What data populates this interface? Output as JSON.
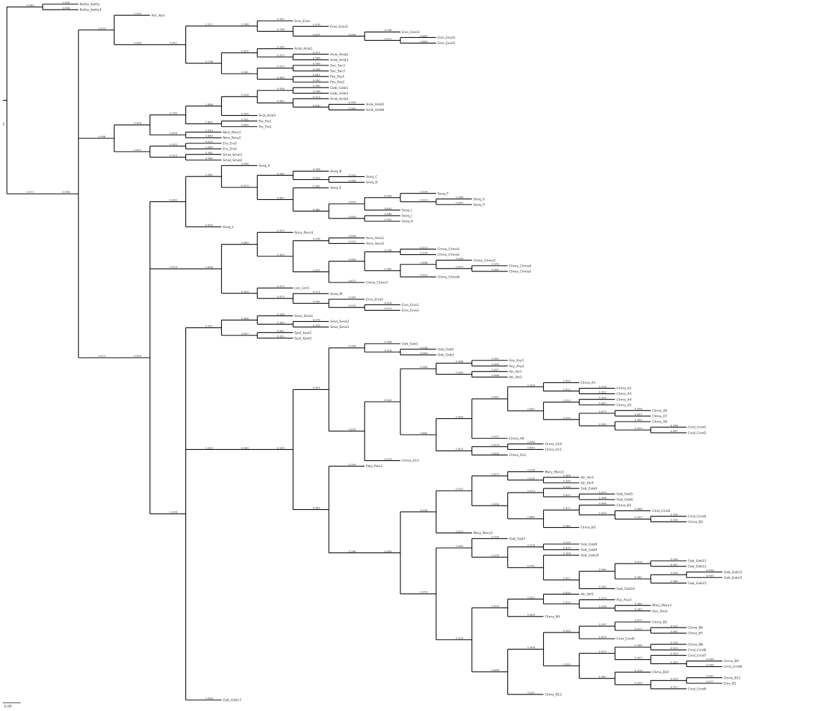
{
  "tree": {
    "root_label": "1",
    "scale_label": "0.05",
    "newick": "((Bathy_bathy|1.000,Bathy_bathy2|0.998)0.983,(((Atri_Atrx|0.444,((((Eros_Esos|0.951,(Eros_Esos2|0.976,((Eros_Esos3|0.958,(Eros_Esos4|0.862,Eros_Esos5|0.883)0.917)0.940)0.874)0.938)0.998)0.911,((Amb_Amb1|0.999,(Amb_Amb2|0.977,Amb_Amb3|0.989)0.877)0.835,((Sac_Sac1|0.999,Sac_Sac2|0.998)0.975,(Pos_Pos1|0.861,Pos_Pos2|0.990)0.896)0.981)0.748)0.951)0.996)0.935,((((((Gobi_Gobi1|0.999,Gobi_Gobi2|0.998)0.928,(Amb_Amb4|0.913,(Amb_Amb5|0.999,Amb_Amb6|0.982)0.890)0.864)0.936,Snal_Snal1|0.999)0.868,(Tro_Tro1|0.901,Tro_Tro2|0.894)0.802)0.785,(Nino_Nino1|0.993,Nino_Nino2|0.863)0.858)0.946,((Era_Era1|0.970,Era_Era2|0.985)0.932,(Smal_Smal1|0.982,Smal_Smal2|0.980)0.910)0.951)0.988,((((Sesq_A|0.996,((Sesq_B|0.998,(Sesq_C|0.992,Sesq_D|0.983)0.903)0.995,(Sesq_E|0.985,(((Sesq_F|0.939,(Sesq_G|0.966,Sesq_H|0.961)0.924)0.939,Sesq_I|0.891)0.802,(Sesq_J|0.980,Sesq_K|0.991)0.864)0.882)0.897)0.973)0.982,Sesq_L|0.900)0.963,(((Roco_Roco1|0.923,((Aero_Aero1|0.898,Aero_Aero2|0.931)0.936,(((Chma_Chma1|0.973,Chma_Chma2|0.949)0.948,((Chma_Chma3|0.939,(Chma_Chma4|0.949,Chma_Chma5|0.987)0.970)0.868,Chma_Chma6|0.922)0.981)0.864,Chma_Chma7|0.877)0.834)0.924)0.869,(Lon_Lon1|0.975,(Sesq_M|0.971,(Ersa_Ersa1|0.987,(Eros_Eros1|0.916,Eros_Eros2|0.911)0.935)0.961)0.875)0.943)0.908)0.970,(((Sesa_Sesa1|0.958,(Sesa_Sesa2|0.979,Sesa_Sesa3|0.935)0.963)0.866,(Epal_Epal1|0.891,Epal_Epal2|0.892)0.837)0.951,(((((Gob_Gob1|0.906,(Gob_Gob2|0.928,Gob_Gob3|0.984)0.916)0.996,((((Asy_Asy1|0.961,Asy_Asy2|0.980)0.968,(Atr_Atr1|0.957,Atr_Atr2|0.966)0.982)0.984,((((Chma_A1|0.924,(Chma_A2|0.918,Chma_A3|0.952)0.911)0.838,((Chma_A4|0.930,Chma_A5|0.885)0.953,((Chma_A6|0.939,Chma_A7|0.897)0.874,(Chma_A8|0.984,(Cmd_Cmd1|0.998,Cmd_Cmd2|0.897)0.955)0.994)0.934)0.987)0.867,Chma_A9|0.937)0.964,((Chma_A10|0.996,Chma_A11|0.844)0.870,Chma_A12|0.859)0.820)0.882)0.942,Chma_A13|0.914)0.839)0.854,(Palu_Palu1|0.904,(((((Mary_Mary1|0.978,(Atr_Atr3|0.986,Atr_Atr4|0.940)0.925)0.872,((Gob_Gob4|0.915,(Gob_Gob5|0.872,Gob_Gob6|0.998)0.947)0.913,((Chma_B1|0.896,(Cmd_Cmd3|0.868,(Cmd_Cmd4|0.939,Chma_B2|0.945)0.903)0.932)0.917,Chma_B3|0.962)0.885)0.994)0.942,Mary_Mary2|0.912)0.906,((Gob_Gob7|0.916,((Gob_Gob8|0.949,Gob_Gob9|0.934)0.916,(Gob_Gob10|0.958,(((Gob_Gob11|0.944,Gob_Gob12|0.957)0.979,((Gob_Gob13|0.936,Gob_Gob14|0.955)0.876,Gob_Gob15|0.989)0.962)0.960,Gob_Gob16|0.984)0.927)0.942)0.930)0.963,(((Atr_Atr5|0.913,(Asy_Asy3|0.970,(Mary_Mary3|0.960,Aeo_Aeo1|0.983)0.936)0.933)0.923,Chma_B4|0.906)0.874,((((Chma_B5|0.874,(Chma_B6|0.972,Chma_B7|0.962)0.917)0.947,Cmd_Cmd5|0.876)0.990,(((Chma_B8|0.934,Cmd_Cmd6|0.913)0.968,(Cmd_Cmd7|0.924,(Chma_B9|0.946,Cmd_Cmd8|0.996)0.903)0.903)0.923,(Chma_B10|0.916,((Chma_B11|0.892,Eros_B1|0.877)0.919,Cmd_Cmd9|0.971)0.934)0.987)0.939)0.906,Chma_B12|0.931)0.898)0.928)0.954)0.849)0.948)0.862)0.935)0.983)0.923,Gob_Gob17|0.906)0.936)0.934)0.972)0.996)0.971)0.959;"
  }
}
